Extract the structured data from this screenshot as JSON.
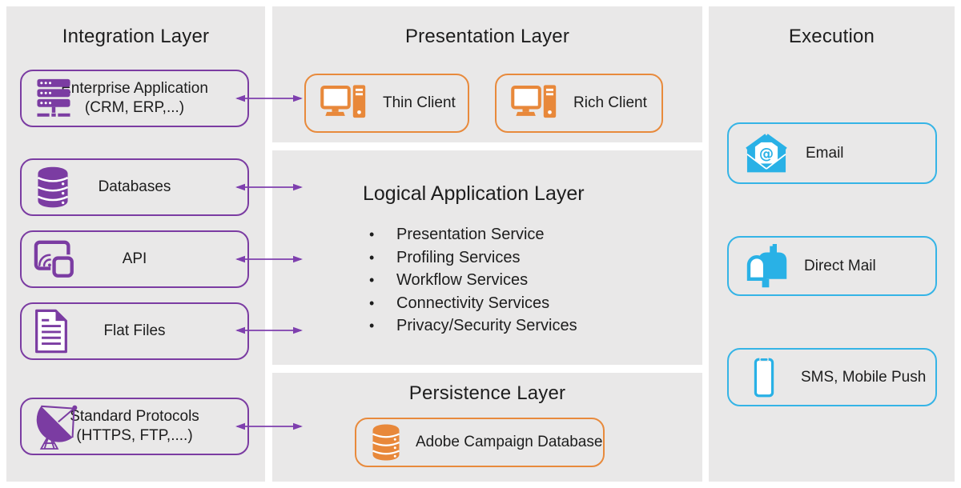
{
  "colors": {
    "panel_bg": "#e9e8e8",
    "purple": "#7b3ca2",
    "purple_arrow": "#7e3fae",
    "orange": "#e88a3c",
    "cyan": "#29b1e6",
    "text": "#1d1d1d"
  },
  "integration": {
    "title": "Integration Layer",
    "items": [
      {
        "label": "Enterprise Application\n(CRM, ERP,...)",
        "icon": "server-icon"
      },
      {
        "label": "Databases",
        "icon": "database-icon"
      },
      {
        "label": "API",
        "icon": "api-cast-icon"
      },
      {
        "label": "Flat Files",
        "icon": "flat-file-icon"
      },
      {
        "label": "Standard Protocols\n(HTTPS, FTP,....)",
        "icon": "satellite-dish-icon"
      }
    ]
  },
  "presentation": {
    "title": "Presentation Layer",
    "clients": [
      {
        "label": "Thin Client",
        "icon": "desktop-client-icon"
      },
      {
        "label": "Rich Client",
        "icon": "desktop-client-icon"
      }
    ]
  },
  "logical": {
    "title": "Logical Application Layer",
    "bullet": "•",
    "services": [
      "Presentation Service",
      "Profiling Services",
      "Workflow Services",
      "Connectivity Services",
      "Privacy/Security Services"
    ]
  },
  "persistence": {
    "title": "Persistence Layer",
    "database": {
      "label": "Adobe Campaign Database",
      "icon": "database-icon"
    }
  },
  "execution": {
    "title": "Execution",
    "channels": [
      {
        "label": "Email",
        "icon": "email-icon"
      },
      {
        "label": "Direct Mail",
        "icon": "mailbox-icon"
      },
      {
        "label": "SMS, Mobile Push",
        "icon": "smartphone-icon"
      }
    ]
  }
}
